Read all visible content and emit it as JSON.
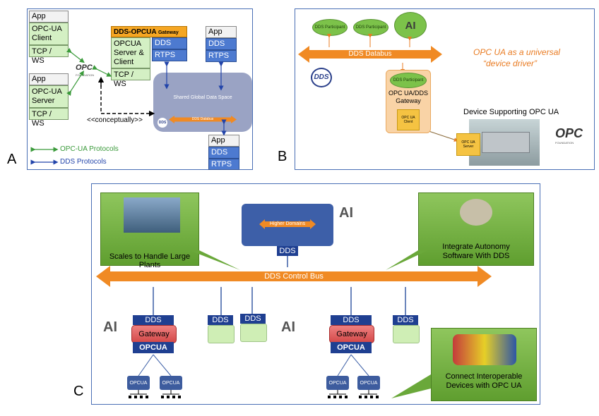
{
  "panelA": {
    "letter": "A",
    "client_stack": {
      "app": "App",
      "opcua": "OPC-UA Client",
      "tcp": "TCP / WS"
    },
    "server_stack": {
      "app": "App",
      "opcua": "OPC-UA Server",
      "tcp": "TCP / WS"
    },
    "gateway_title": "DDS-OPCUA",
    "gateway_suffix": "Gateway",
    "gateway_dds": "DDS",
    "gateway_rtps": "RTPS",
    "gateway_opcua": "OPCUA Server & Client",
    "gateway_tcp": "TCP / WS",
    "right_top_stack": {
      "app": "App",
      "dds": "DDS",
      "rtps": "RTPS"
    },
    "right_bottom_stack": {
      "app": "App",
      "dds": "DDS",
      "rtps": "RTPS"
    },
    "gds_label": "Shared Global Data Space",
    "databus_label": "DDS Databus",
    "dds_logo": "DDS",
    "conceptually": "<<conceptually>>",
    "legend_opc": "OPC-UA Protocols",
    "legend_dds": "DDS Protocols",
    "opc_logo": "OPC",
    "opc_foundation": "FOUNDATION",
    "colors": {
      "opc": "#3a9a3a",
      "dds": "#2244aa"
    }
  },
  "panelB": {
    "letter": "B",
    "participant1": "DDS Participant",
    "participant2": "DDS Participant",
    "ai": "AI",
    "databus": "DDS Databus",
    "dds_logo": "DDS",
    "opcua_line1": "OPC UA as a universal",
    "opcua_line2": "“device driver”",
    "gw_participant": "DDS Participant",
    "gw_title": "OPC UA/DDS Gateway",
    "gw_client": "OPC UA Client",
    "device_title": "Device Supporting OPC UA",
    "ua_server": "OPC UA Server",
    "opc_logo": "OPC",
    "opc_foundation": "FOUNDATION",
    "colors": {
      "accent": "#e97b22"
    }
  },
  "panelC": {
    "letter": "C",
    "higher_domains": "Higher Domains",
    "top_dds": "DDS",
    "control_bus": "DDS Control Bus",
    "callout_plants": "Scales to Handle Large Plants",
    "callout_autonomy": "Integrate Autonomy Software With DDS",
    "callout_devices": "Connect Interoperable Devices with OPC UA",
    "gw1": {
      "dds": "DDS",
      "gateway": "Gateway",
      "opcua": "OPCUA"
    },
    "gw2": {
      "dds": "DDS",
      "gateway": "Gateway",
      "opcua": "OPCUA"
    },
    "dds_nodes": [
      "DDS",
      "DDS",
      "DDS"
    ],
    "opcua_nodes": [
      "OPCUA",
      "OPCUA",
      "OPCUA",
      "OPCUA"
    ],
    "ai": "AI",
    "colors": {
      "bus": "#f08a24",
      "dds": "#1f3f91",
      "gateway": "#e05a5a"
    }
  }
}
